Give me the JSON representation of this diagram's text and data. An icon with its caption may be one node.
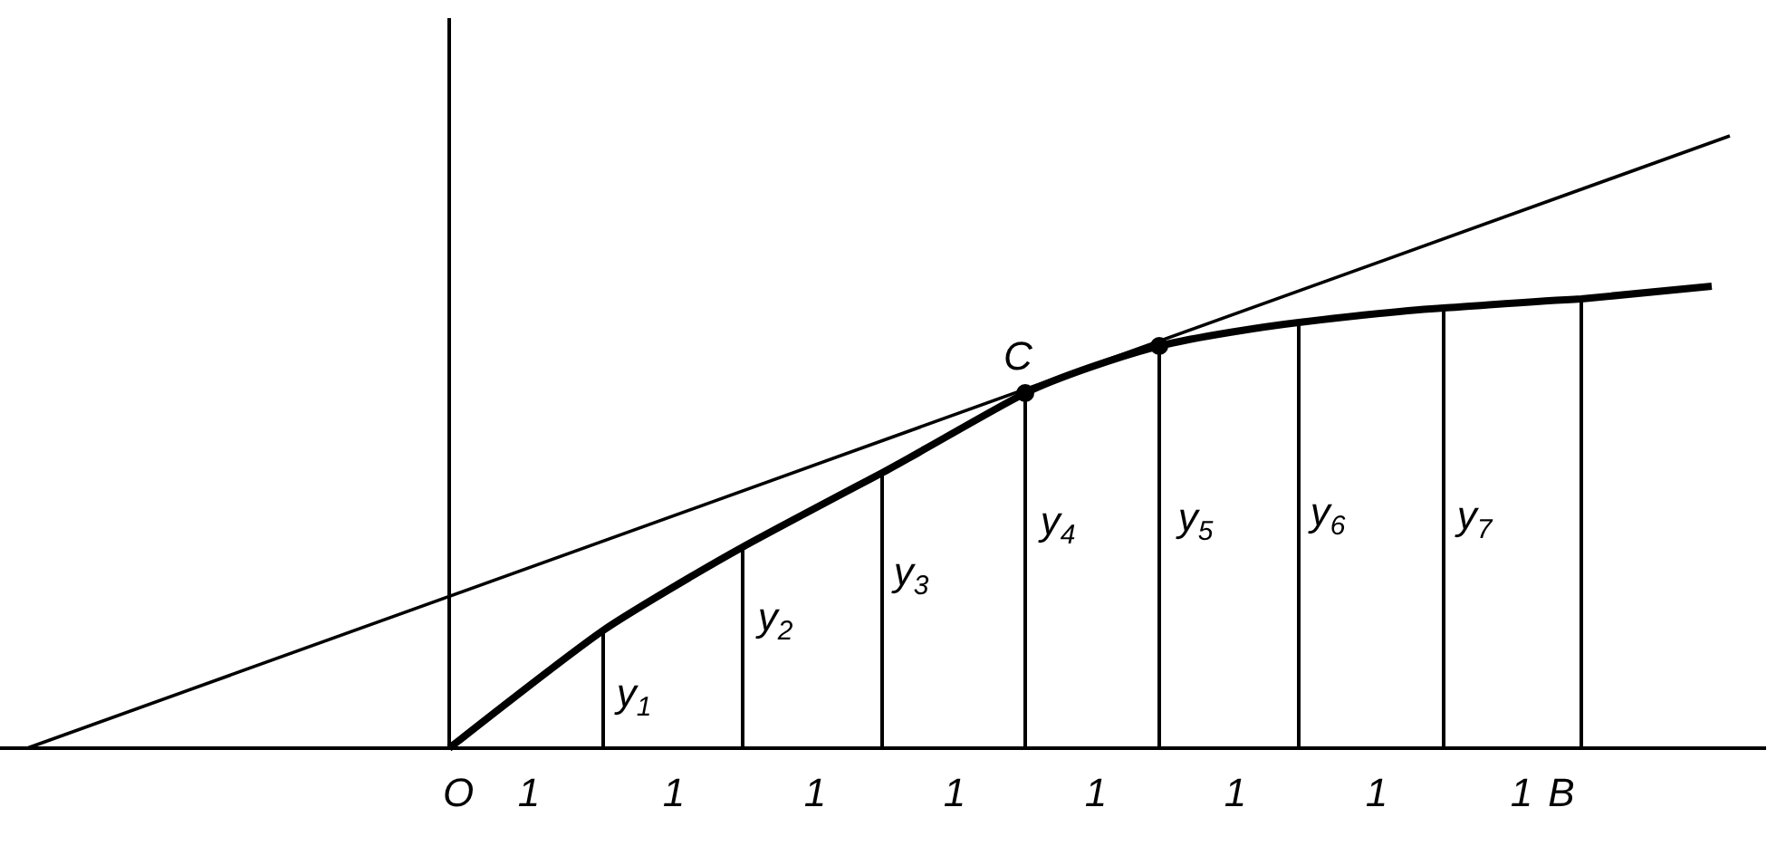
{
  "diagram": {
    "labels": [
      "C",
      "y$_{1}$",
      "y$_{2}$",
      "y$_{3}$",
      "y$_{4}$",
      "y$_{5}$",
      "y$_{6}$",
      "y$_{7}$",
      "O",
      "1",
      "1",
      "1",
      "1",
      "1",
      "1",
      "1",
      "1",
      "B"
    ]
  }
}
